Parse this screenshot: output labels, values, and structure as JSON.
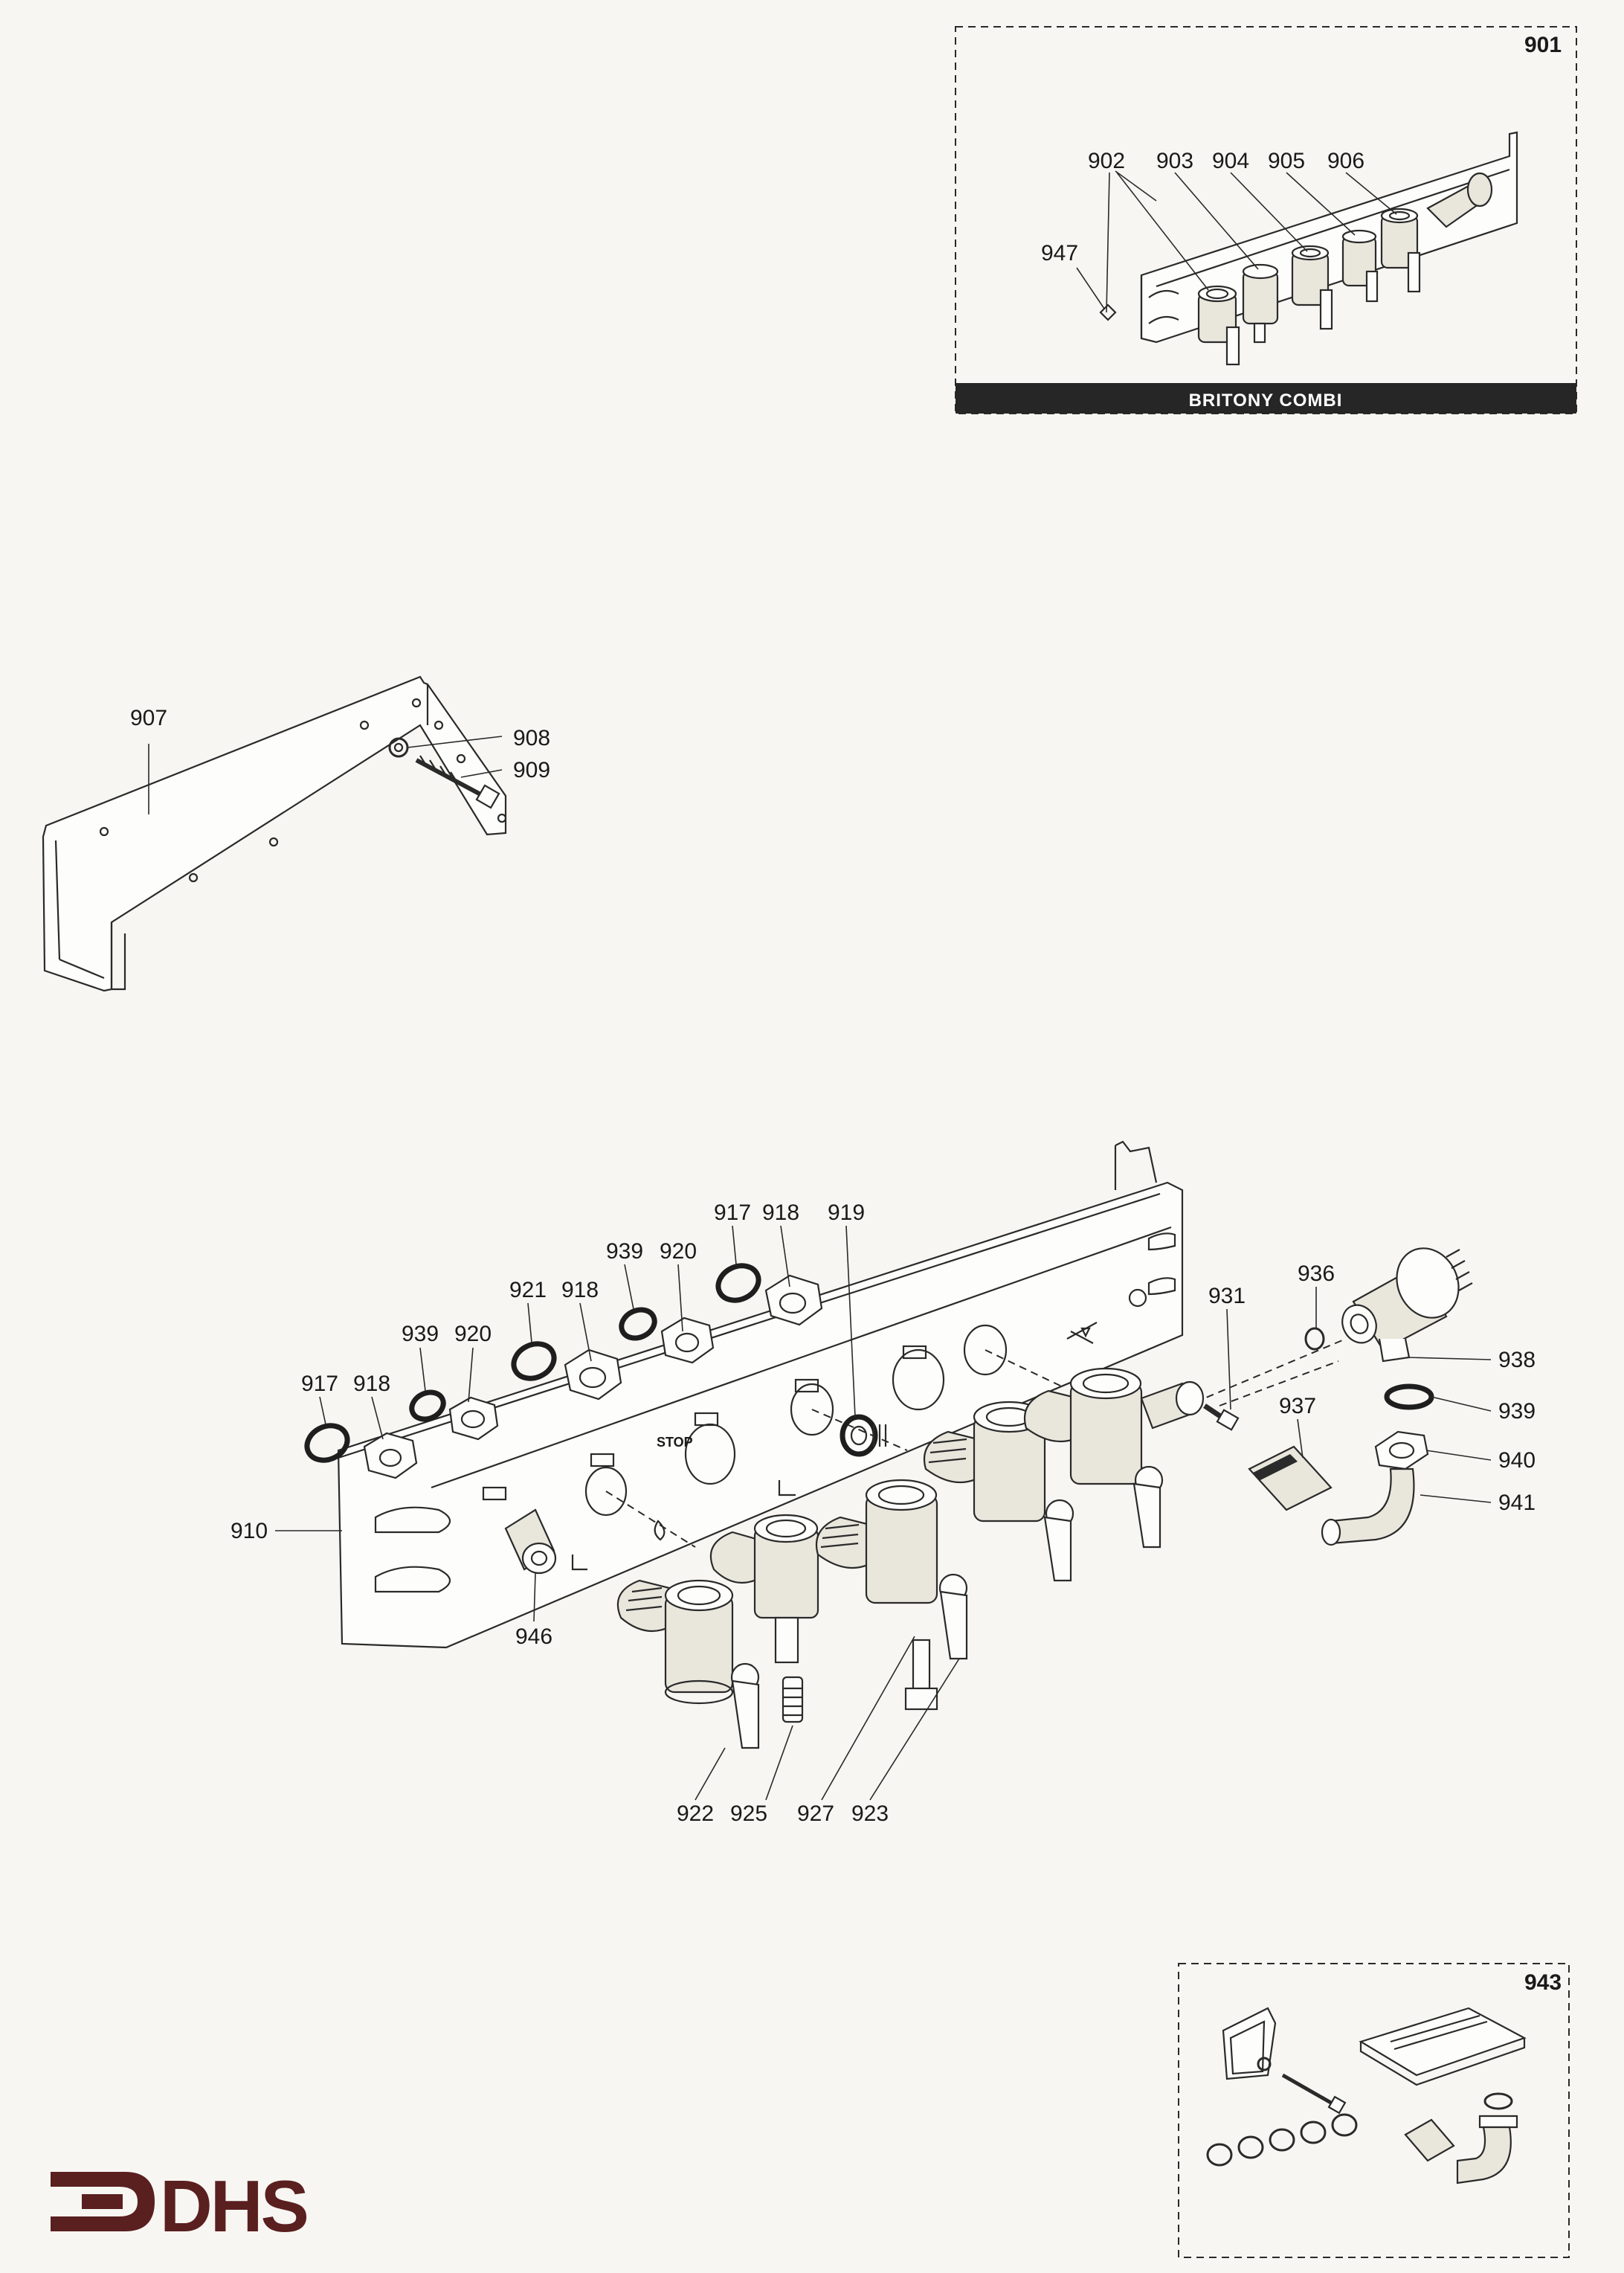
{
  "box_901": {
    "number": "901",
    "caption": "BRITONY COMBI",
    "labels": [
      "902",
      "903",
      "904",
      "905",
      "906",
      "947"
    ]
  },
  "bracket_group": {
    "labels": [
      "907",
      "908",
      "909"
    ]
  },
  "manifold_group": {
    "top_labels": [
      "917",
      "918",
      "939",
      "920",
      "921",
      "918",
      "939",
      "920",
      "917",
      "918",
      "919"
    ],
    "side_labels": [
      "910",
      "946",
      "931",
      "936",
      "938",
      "937",
      "939",
      "940",
      "941"
    ],
    "bottom_labels": [
      "922",
      "925",
      "927",
      "923"
    ],
    "panel_marks": [
      "STOP"
    ]
  },
  "box_943": {
    "number": "943"
  },
  "logo": {
    "text": "DHS",
    "color": "#5a1f1f"
  }
}
